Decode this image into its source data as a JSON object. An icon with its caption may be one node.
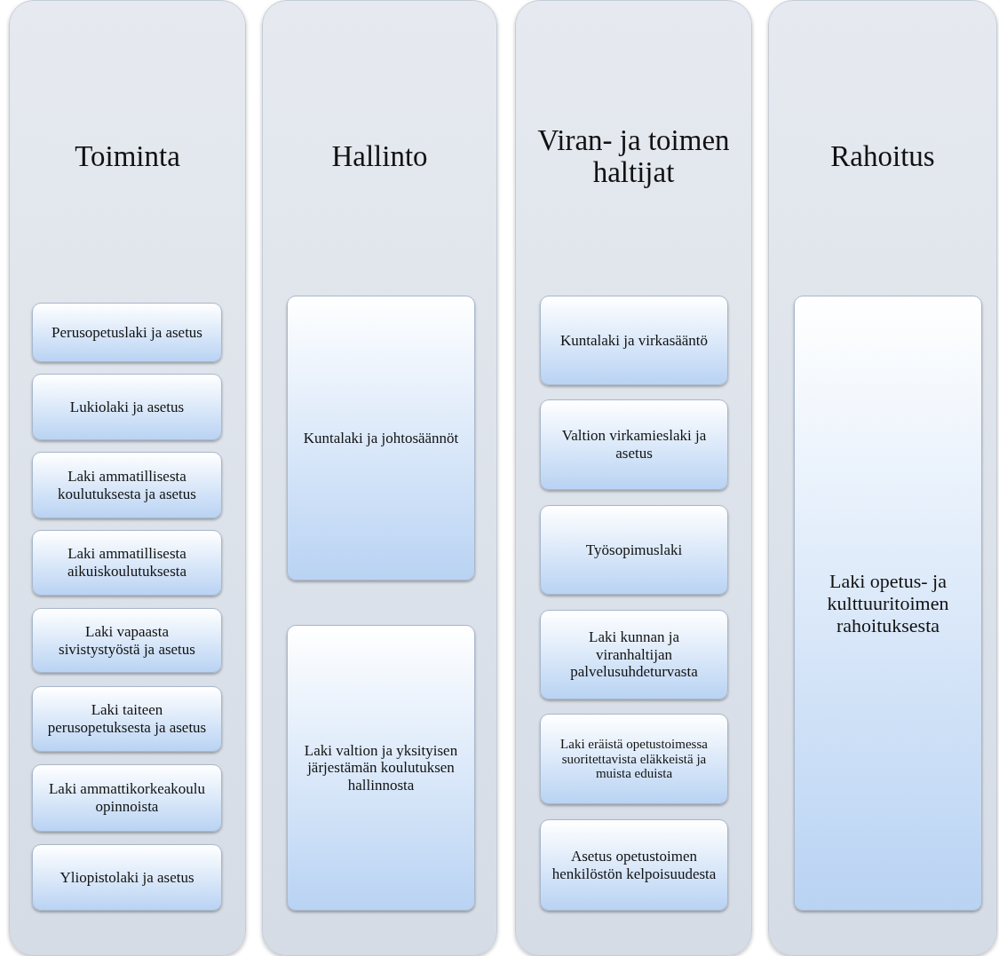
{
  "diagram": {
    "nodes": [
      {
        "text": [
          "Toiminta"
        ]
      },
      {
        "text": [
          "Perusopetuslaki ja asetus"
        ],
        "in": 0
      },
      {
        "text": [
          "Lukiolaki ja asetus"
        ],
        "in": 0
      },
      {
        "text": [
          "Laki ammatillisesta koulutuksesta ja asetus"
        ],
        "in": 0
      },
      {
        "text": [
          "Laki ammatillisesta aikuiskoulutuksesta"
        ],
        "in": 0
      },
      {
        "text": [
          "Laki vapaasta sivistystyöstä ja asetus"
        ],
        "in": 0
      },
      {
        "text": [
          "Laki taiteen perusopetuksesta ja asetus"
        ],
        "in": 0
      },
      {
        "text": [
          "Laki ammattikorkeakoulu opinnoista"
        ],
        "in": 0
      },
      {
        "text": [
          "Yliopistolaki ja asetus"
        ],
        "in": 0
      },
      {
        "text": [
          "Hallinto"
        ]
      },
      {
        "text": [
          "Kuntalaki ja johtosäännöt"
        ],
        "in": 9
      },
      {
        "text": [
          "Laki valtion ja yksityisen järjestämän koulutuksen hallinnosta"
        ],
        "in": 9
      },
      {
        "text": [
          "Viran- ja toimen haltijat"
        ]
      },
      {
        "text": [
          "Kuntalaki ja virkasääntö"
        ],
        "in": 12
      },
      {
        "text": [
          "Valtion virkamieslaki ja asetus"
        ],
        "in": 12
      },
      {
        "text": [
          "Työsopimuslaki"
        ],
        "in": 12
      },
      {
        "text": [
          "Laki kunnan ja viranhaltijan palvelusuhdeturvasta"
        ],
        "in": 12
      },
      {
        "text": [
          "Laki eräistä opetustoimessa suoritettavista eläkkeistä ja muista eduista"
        ],
        "in": 12
      },
      {
        "text": [
          "Asetus opetustoimen henkilöstön kelpoisuudesta"
        ],
        "in": 12
      },
      {
        "text": [
          "Rahoitus"
        ]
      },
      {
        "text": [
          "Laki opetus- ja kulttuuritoimen rahoituksesta"
        ],
        "in": 19
      }
    ]
  }
}
